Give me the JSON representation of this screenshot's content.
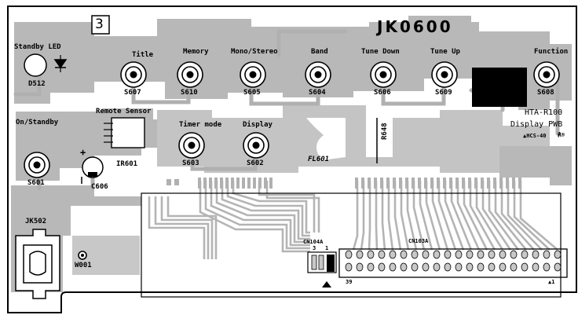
{
  "board": {
    "section_number": "3",
    "code": "JK0600",
    "model": "HTA-R100",
    "pwb_name": "Display PWB",
    "cert_mark": "▲HCS-40",
    "ul_mark": "℟®"
  },
  "switches": [
    {
      "label": "Title",
      "ref": "S607"
    },
    {
      "label": "Memory",
      "ref": "S610"
    },
    {
      "label": "Mono/Stereo",
      "ref": "S605"
    },
    {
      "label": "Band",
      "ref": "S604"
    },
    {
      "label": "Tune Down",
      "ref": "S606"
    },
    {
      "label": "Tune Up",
      "ref": "S609"
    },
    {
      "label": "Function",
      "ref": "S608"
    },
    {
      "label": "Timer mode",
      "ref": "S603"
    },
    {
      "label": "Display",
      "ref": "S602"
    },
    {
      "label": "On/Standby",
      "ref": "S601"
    }
  ],
  "components": {
    "standby_led_label": "Standby LED",
    "standby_led_ref": "D512",
    "remote_sensor_label": "Remote Sensor",
    "remote_sensor_ref": "IR601",
    "capacitor_ref": "C606",
    "capacitor_plus": "+",
    "fl_ref": "FL601",
    "resistor_ref": "R648",
    "jack_ref": "JK502",
    "wire_ref": "W001",
    "cn104_ref": "CN104A",
    "cn104_pin3": "3",
    "cn104_pin1": "1",
    "cn103_ref": "CN103A",
    "cn103_pin39": "39",
    "cn103_pin1": "▲1"
  }
}
